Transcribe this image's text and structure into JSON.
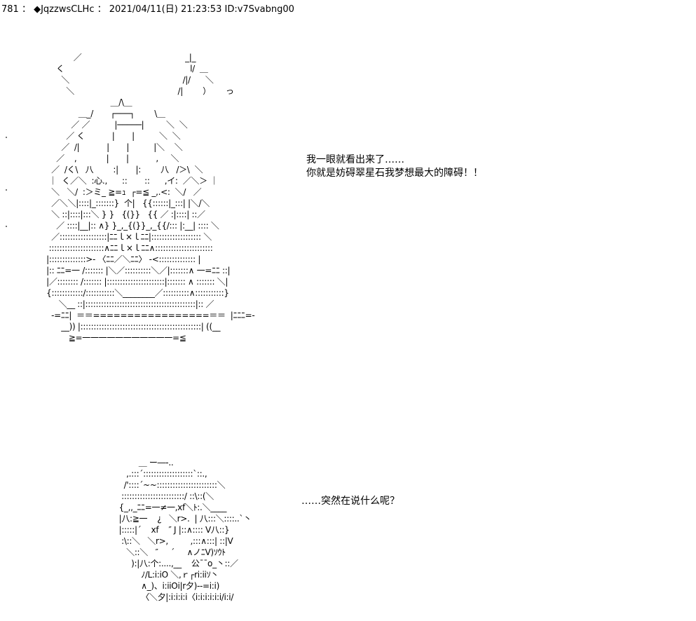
{
  "post": {
    "number": "781",
    "separator": " ： ",
    "author": "◆JqzzwsCLHc",
    "date": "2021/04/11(日) 21:23:53",
    "id": "ID:v7Svabng00"
  },
  "art_top_lines": [
    "                   ／                                          _|_",
    "            く                                                   l/  ＿",
    "              ＼                                              /|/      ＼",
    "                ＼                                          /|        ）      っ",
    "                                  ＿/\\＿",
    "                     ＿_/       ┌───┐        \\＿",
    "                  ／ ／          |─────|         ＼  ＼",
    "                ／ く           |       |          ＼  ＼",
    "              ／  /|           |       |          |＼    ＼",
    "            ／    ,            |       |           ,     ＼",
    "          ／  /く\\   八        :|       |:        八   /＞\\  ＼",
    "         ｜  く／＼  :心.,      ::       ::      ,イ:  ／＼＞ ｜",
    "          ＼   ＼/  :＞ミ_ ≧=ｭ  ┌=≦ _,.<:  ＼/   ／",
    "          ／＼＼|::::|_:::::::}  个|   {{::::::|_:::| |＼/＼",
    "          ＼ ::|::::|:::＼ } }   {(}}   {{ ／ :|::::| ::／",
    "            ／ ::::|__|:: ∧} }_,_{(}}_,_{{/::: |:__| :::: ＼",
    "          ／::::::::::::::::::|ﾆﾆｌ×ｌﾆﾆ|::::::::::::::::::: ＼",
    "         :::::::::::::::::::::∧ﾆﾆｌ×ｌﾆﾆ∧::::::::::::::::::::::",
    "        |::::::::::::::>- 〈ﾆﾆ／＼ﾆﾆ〉 -<:::::::::::::: |",
    "        |:: ﾆﾆ=一 /::::::: |＼／::::::::::＼／|:::::::∧ 一=ﾆﾆ ::|",
    "        |／:::::::: /::::::: |::::::::::::::::::::::|::::::: ∧ ::::::: ＼|",
    "        {::::::::::::/:::::::::::＼________／::::::::::∧:::::::::::}",
    "             ＼__ ::|::::::::::::::::::::::::::::::::::::::::::|:: ／",
    "          -=ﾆﾆ|  ＝＝=================＝＝  |ﾆﾆﾆ=-",
    "              __)) |::::::::::::::::::::::::::::::::::::::::::::::| ((__",
    "                 ≧=一一一一一一一一一一一=≦"
  ],
  "art_bottom_lines": [
    "             ＿ ー―-..",
    "        ,.:::´:::::::::::::::::::`::.,",
    "       /'::::´~~:::::::::::::::::::::::＼",
    "      ::::::::::::::::::::::::/ ::\\::(＼",
    "     {_,,_ﾆﾆ=一≠一,xf＼ﾄ:.＼____",
    "     |八:≧一    ¿   ＼r>.  | 八:::＼::::..`丶",
    "     |:::::|´    xf    ″ J |::∧:::: V八::}",
    "      :\\::＼   ＼r>,         ,:::∧:::| ::|V",
    "        ＼::＼   ″     ´     ∧ノﾆV)ｿｳﾄ",
    "          ):|八:个:....,__    公¯¯o_丶::／",
    "              ﾉ/Ⅼ:i:iO ＼,ｒ┌ri:iiｿ丶",
    "              ∧_)、i:iiOi|r夕)--=i:i)",
    "              〈＼夕|:i:i:i:i〈i:i:i:i:i:i/i:i/"
  ],
  "dialog": {
    "top_line1": "我一眼就看出来了……",
    "top_line2": "你就是妨碍翠星石我梦想最大的障碍！！",
    "bottom_line": "……突然在说什么呢？"
  }
}
